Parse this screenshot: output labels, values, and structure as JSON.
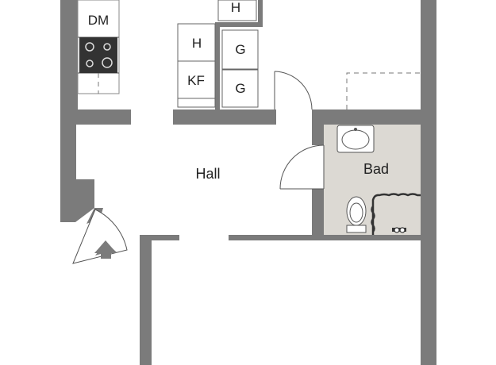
{
  "rooms": {
    "hall": "Hall",
    "bad": "Bad"
  },
  "fixtures": {
    "dishwasher": "DM",
    "wardrobe_top": "H",
    "wardrobe_mid": "H",
    "fridge_freezer": "KF",
    "closet_upper": "G",
    "closet_lower": "G"
  },
  "colors": {
    "wall": "#7b7b7b",
    "bathroom_floor": "#dcd9d3",
    "background": "#ffffff"
  }
}
